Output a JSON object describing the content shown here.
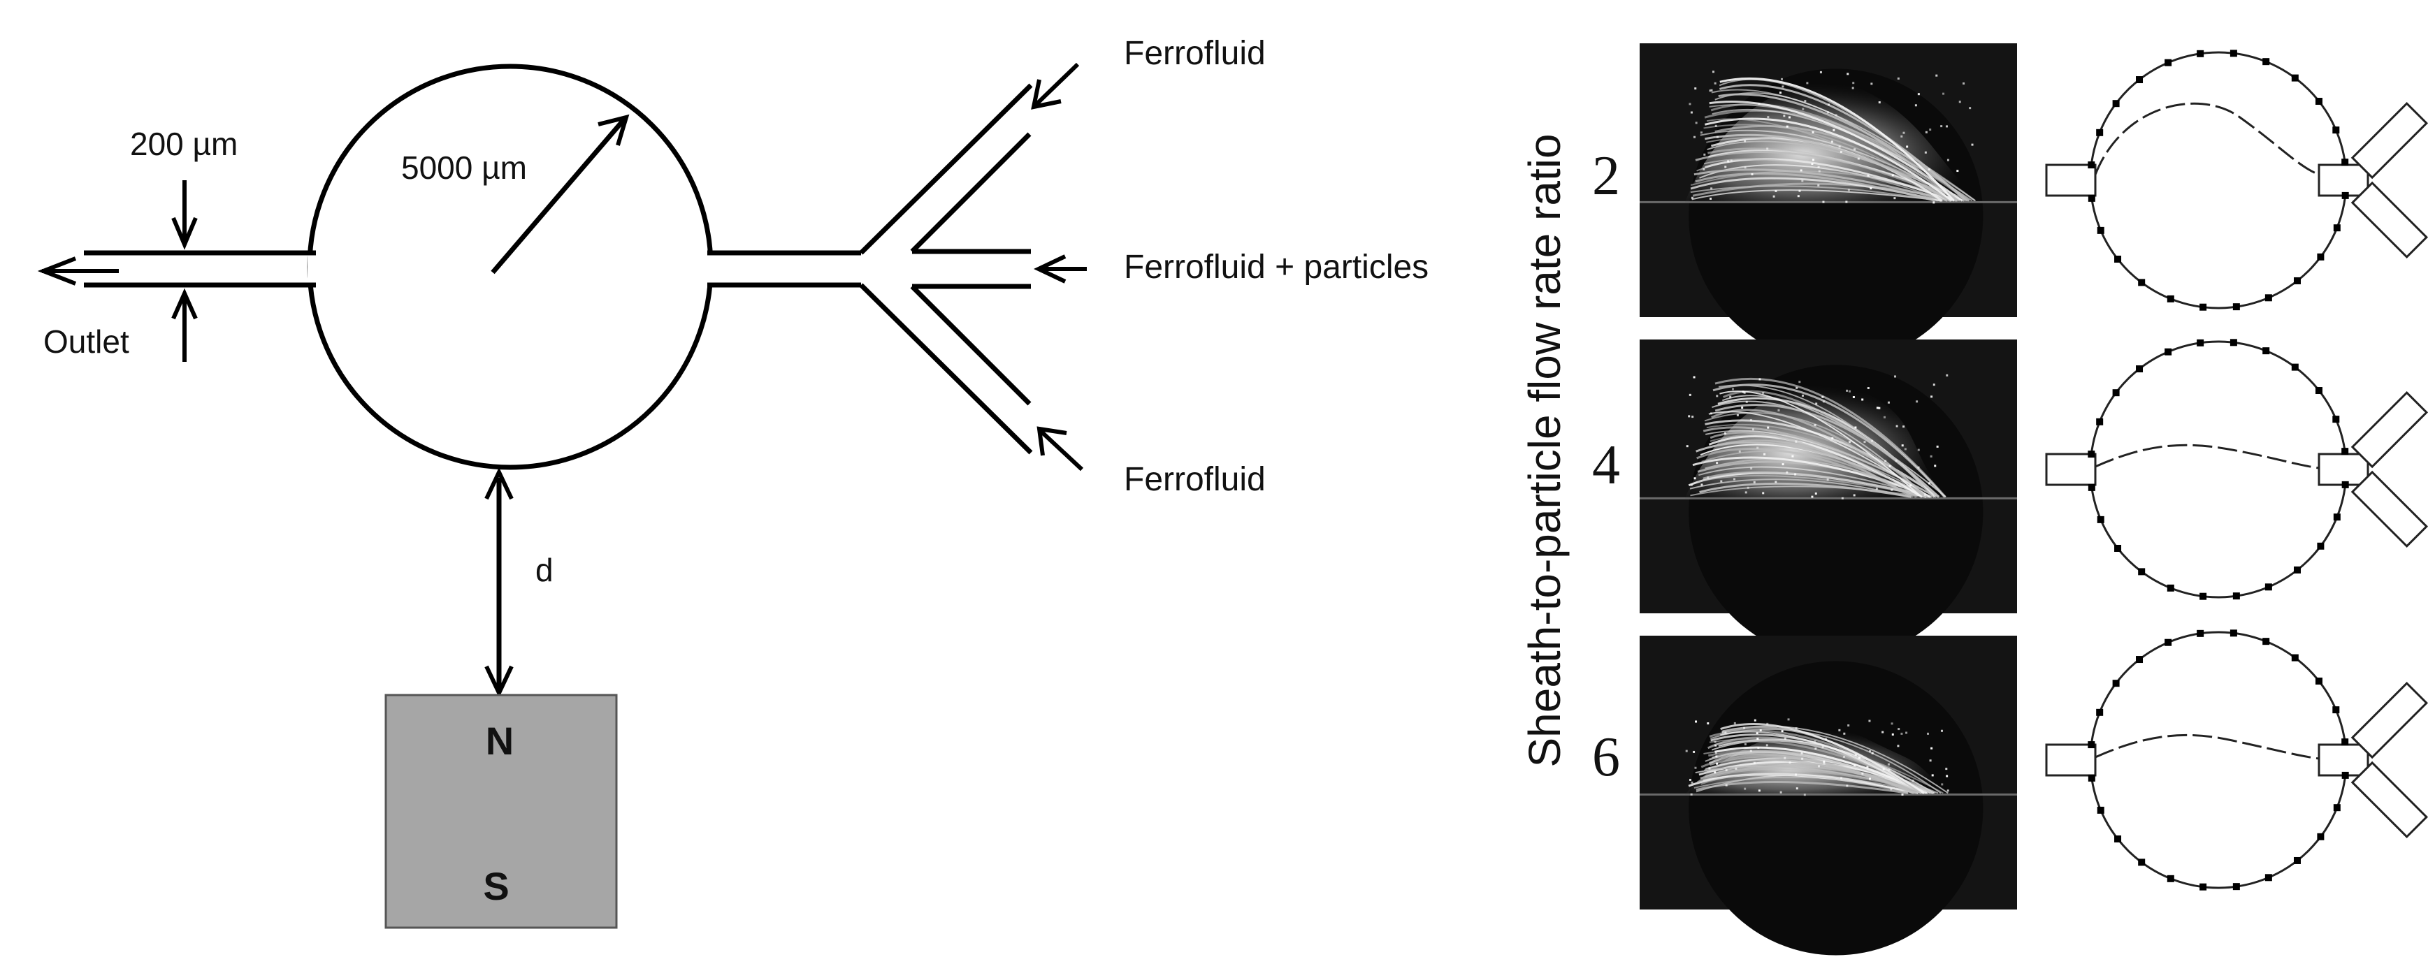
{
  "schematic": {
    "outlet_width_label": "200 µm",
    "outlet_label": "Outlet",
    "radius_label": "5000 µm",
    "distance_label": "d",
    "inlet_top_label": "Ferrofluid",
    "inlet_mid_label": "Ferrofluid + particles",
    "inlet_bottom_label": "Ferrofluid",
    "magnet_north": "N",
    "magnet_south": "S",
    "magnet_color": "#a6a6a6"
  },
  "results": {
    "axis_label": "Sheath-to-particle flow rate ratio",
    "rows": [
      {
        "ratio": "2"
      },
      {
        "ratio": "4"
      },
      {
        "ratio": "6"
      }
    ]
  }
}
